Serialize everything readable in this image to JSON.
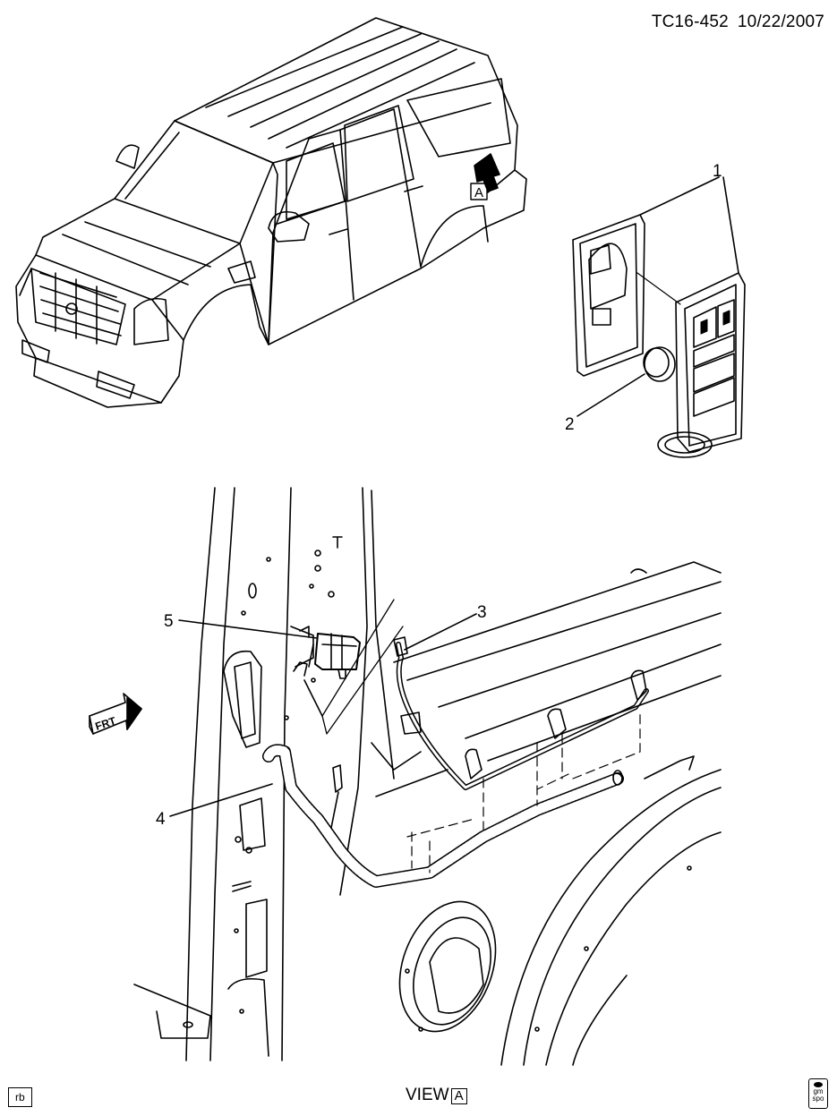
{
  "header": {
    "code": "TC16-452",
    "date": "10/22/2007"
  },
  "callouts": [
    "1",
    "2",
    "3",
    "4",
    "5"
  ],
  "view_marker": "A",
  "front_marker": "FRT",
  "footer": {
    "left_tag": "rb",
    "view_label": "VIEW",
    "view_letter": "A",
    "logo_text": "gm spo"
  }
}
